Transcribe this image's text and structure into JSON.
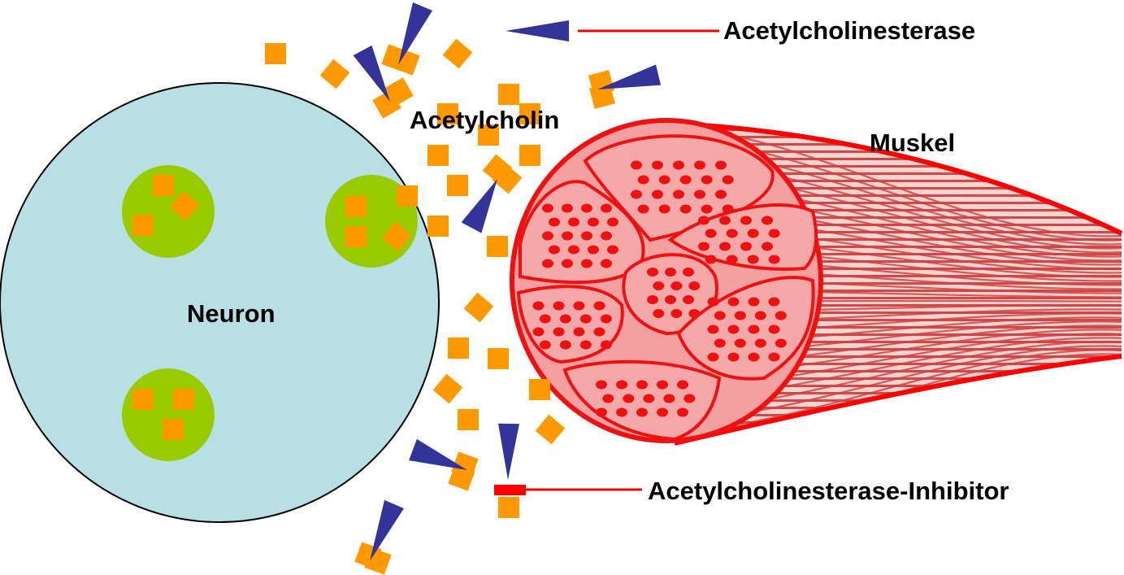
{
  "title": "Acetylcholinesterase-Inhibitor mechanism",
  "labels": {
    "acetylcholinesterase": "Acetylcholinesterase",
    "acetylcholin": "Acetylcholin",
    "muskel": "Muskel",
    "neuron": "Neuron",
    "inhibitor": "Acetylcholinesterase-Inhibitor"
  },
  "colors": {
    "neuron_fill": "#b8e0e4",
    "vesicle_fill": "#99cc00",
    "acetylcholine": "#ff9900",
    "enzyme": "#333399",
    "inhibitor": "#ff0000",
    "muscle_line": "#ff0000",
    "muscle_fill": "#f4a0a0",
    "muscle_dot": "#ee1111",
    "leader_line": "#ff0000"
  },
  "legend": [
    {
      "symbol": "enzyme-triangle",
      "label_key": "acetylcholinesterase"
    },
    {
      "symbol": "inhibitor-bar",
      "label_key": "inhibitor"
    }
  ]
}
